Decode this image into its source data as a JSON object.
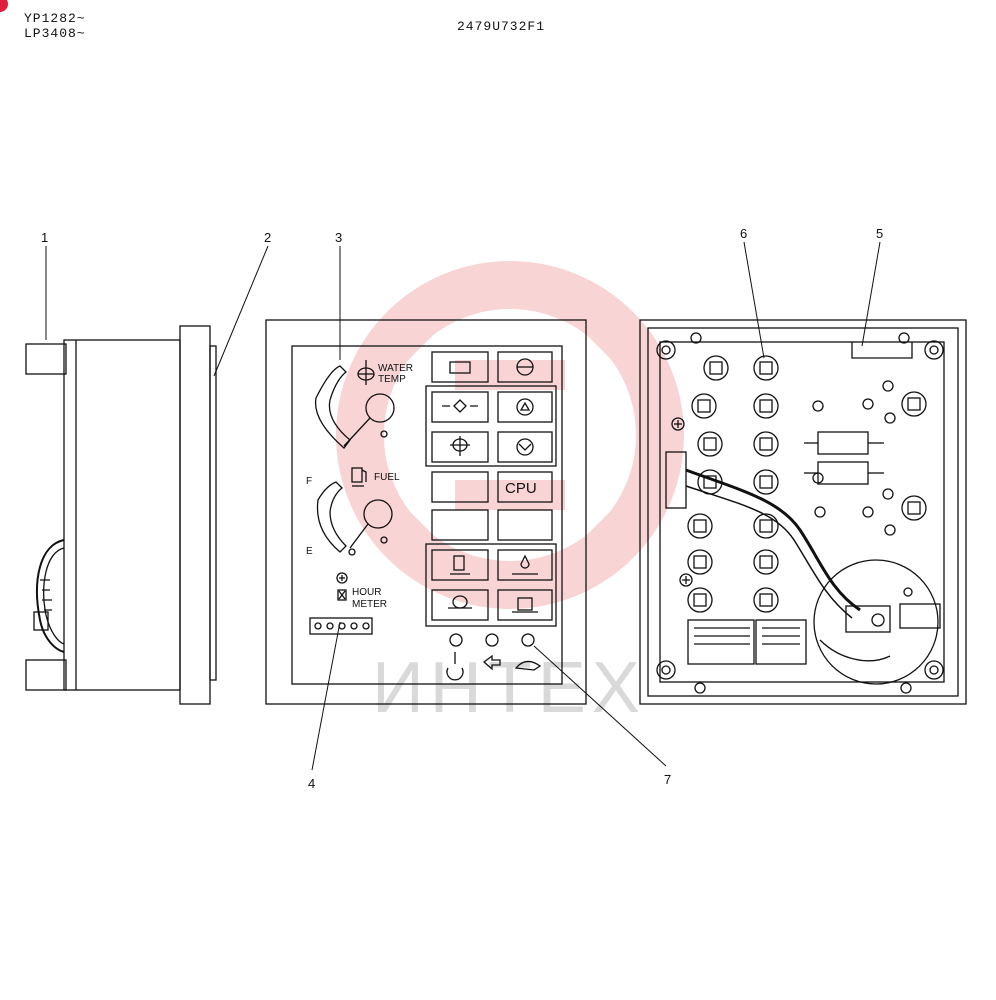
{
  "header": {
    "model_line_1": "YP1282~",
    "model_line_2": "LP3408~",
    "drawing_number": "2479U732F1"
  },
  "callouts": [
    "1",
    "2",
    "3",
    "4",
    "5",
    "6",
    "7"
  ],
  "panel": {
    "water_temp_line_1": "WATER",
    "water_temp_line_2": "TEMP",
    "fuel_label": "FUEL",
    "fuel_full": "F",
    "fuel_empty": "E",
    "hour_meter_line_1": "HOUR",
    "hour_meter_line_2": "METER",
    "cpu_label": "CPU"
  },
  "watermark": {
    "text": "ИНТЕХ",
    "color": "#f2b8b8"
  }
}
